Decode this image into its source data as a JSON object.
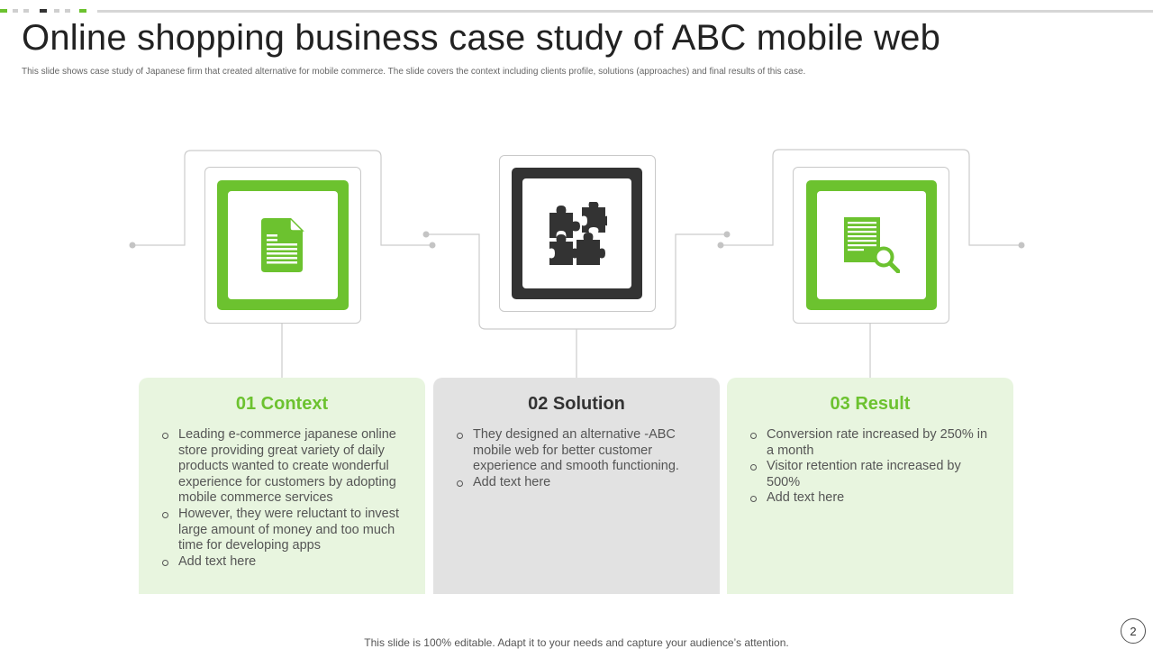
{
  "colors": {
    "accent_green": "#6cc22f",
    "dark": "#333333",
    "light_green_card": "#e8f5df",
    "grey_card": "#e2e2e2",
    "connector": "#cccccc"
  },
  "title": "Online shopping business case study of ABC mobile web",
  "subtitle": "This slide shows case study of Japanese firm that created alternative for mobile commerce. The slide covers the context including clients profile, solutions (approaches) and final results of this case.",
  "steps": [
    {
      "heading": "01 Context",
      "icon": "document-icon",
      "bullets": [
        "Leading e-commerce japanese online store providing great variety of daily products wanted to create wonderful experience for customers by adopting mobile commerce services",
        "However, they were reluctant to invest large amount of money and too much time for developing apps",
        "Add text here"
      ]
    },
    {
      "heading": "02 Solution",
      "icon": "puzzle-pieces-icon",
      "bullets": [
        "They designed an alternative -ABC mobile web for better customer experience and smooth functioning.",
        "Add text here"
      ]
    },
    {
      "heading": "03 Result",
      "icon": "document-search-icon",
      "bullets": [
        "Conversion rate increased by 250% in a month",
        "Visitor retention rate increased by 500%",
        "Add text here"
      ]
    }
  ],
  "footer": "This slide is 100% editable. Adapt it to your needs and capture your audience’s attention.",
  "page_number": "2"
}
